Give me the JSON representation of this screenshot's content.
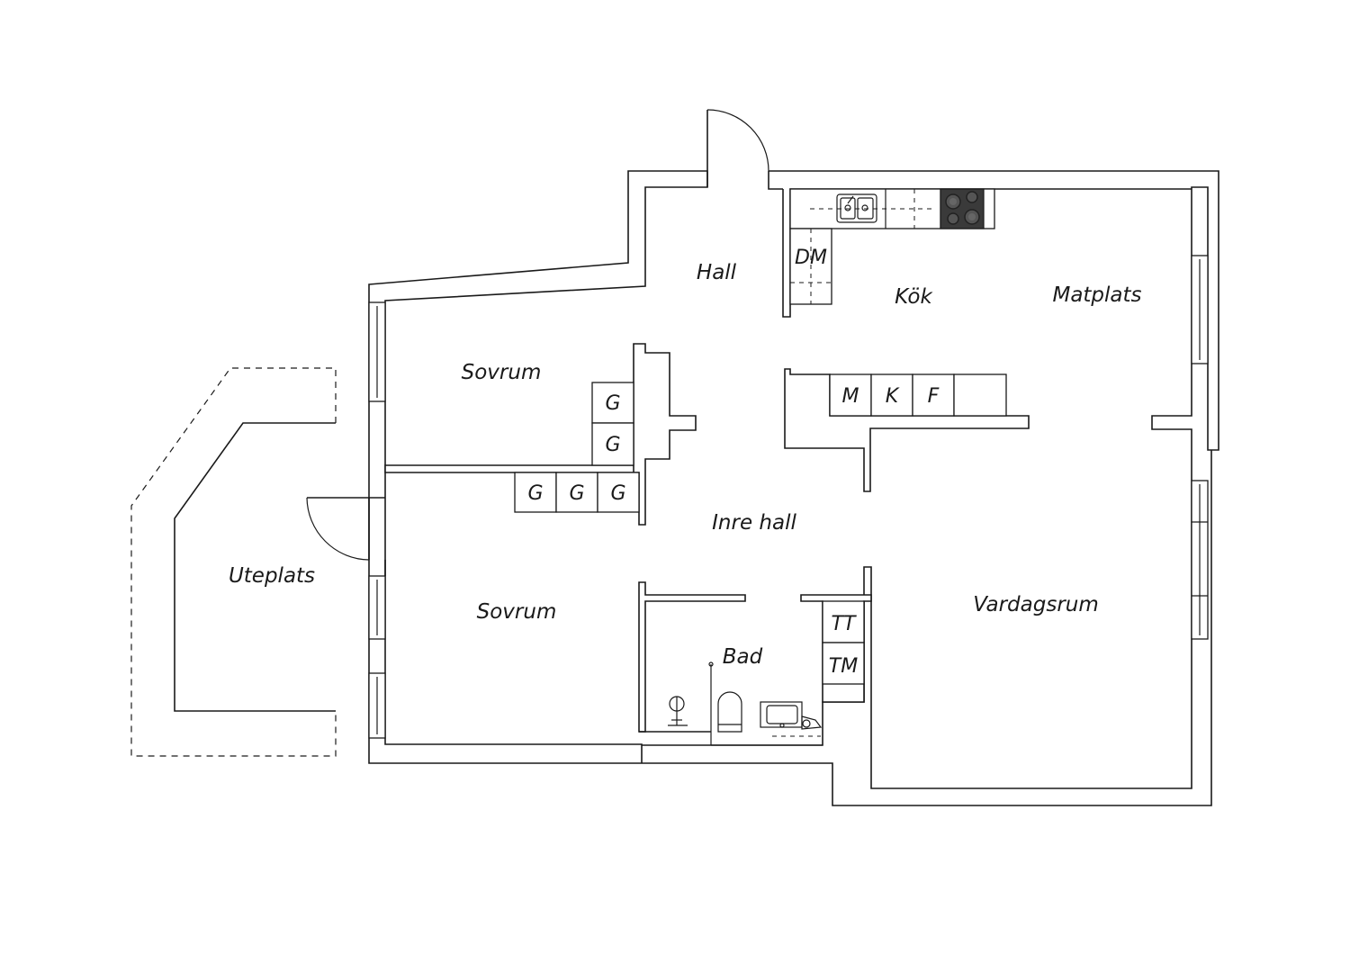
{
  "colors": {
    "line": "#1a1a1a",
    "background": "#ffffff",
    "hob": "#3a3a3a"
  },
  "rooms": {
    "hall": "Hall",
    "kok": "Kök",
    "matplats": "Matplats",
    "sovrum_upper": "Sovrum",
    "sovrum_lower": "Sovrum",
    "inre_hall": "Inre hall",
    "uteplats": "Uteplats",
    "vardagsrum": "Vardagsrum",
    "bad": "Bad"
  },
  "units": {
    "dm": "DM",
    "m": "M",
    "k": "K",
    "f": "F",
    "g": [
      "G",
      "G",
      "G",
      "G",
      "G"
    ],
    "tt": "TT",
    "tm": "TM"
  },
  "icons": [
    "sink-icon",
    "hob-icon",
    "toilet-icon",
    "washbasin-icon",
    "shower-icon",
    "door-swing-icon"
  ]
}
